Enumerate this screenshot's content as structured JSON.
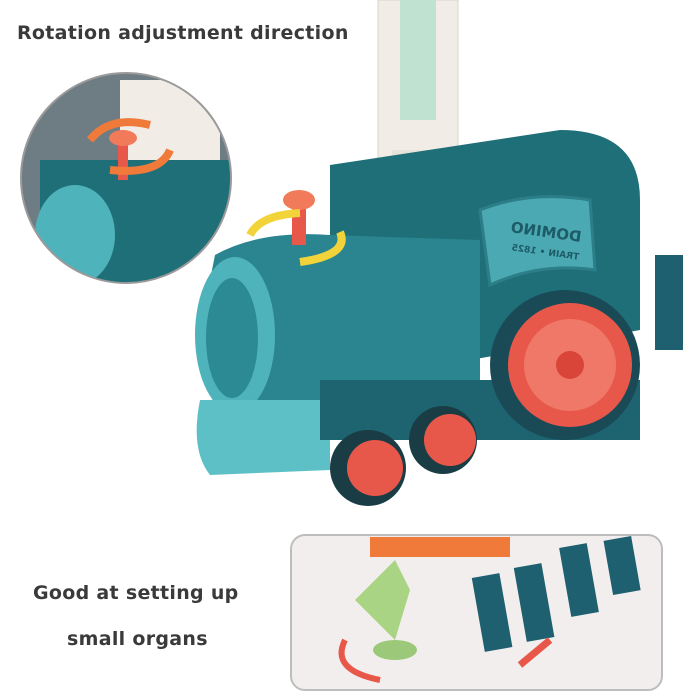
{
  "captions": {
    "top": "Rotation adjustment direction",
    "bottom_line1": "Good at setting up",
    "bottom_line2": "small organs"
  },
  "train_label": {
    "line1": "DOMINO",
    "line2": "TRAIN • 1825"
  },
  "colors": {
    "train_body": "#1f6f78",
    "train_light": "#4fb3bb",
    "wheel": "#e8584a",
    "arrow_orange": "#f07a3a",
    "arrow_yellow": "#f2d43a",
    "domino": "#1e5f70"
  }
}
